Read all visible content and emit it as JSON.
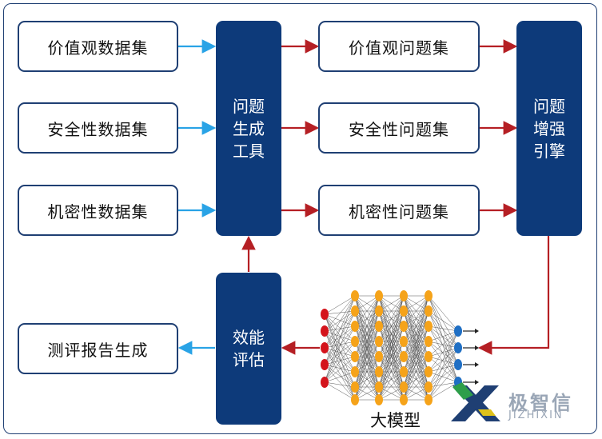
{
  "datasets": [
    "价值观数据集",
    "安全性数据集",
    "机密性数据集"
  ],
  "generator_lines": [
    "问题",
    "生成",
    "工具"
  ],
  "question_sets": [
    "价值观问题集",
    "安全性问题集",
    "机密性问题集"
  ],
  "enhancer_lines": [
    "问题",
    "增强",
    "引擎"
  ],
  "evaluator_lines": [
    "效能",
    "评估"
  ],
  "report": "测评报告生成",
  "model_label": "大模型",
  "logo": {
    "name": "极智信",
    "sub": "JIZHIXIN"
  },
  "colors": {
    "block": "#0d3a7a",
    "arrow_red": "#b51f24",
    "arrow_blue": "#29a3e6",
    "node_gold": "#f5a31a",
    "node_red": "#d4141c",
    "node_blue": "#1f6fc4"
  }
}
